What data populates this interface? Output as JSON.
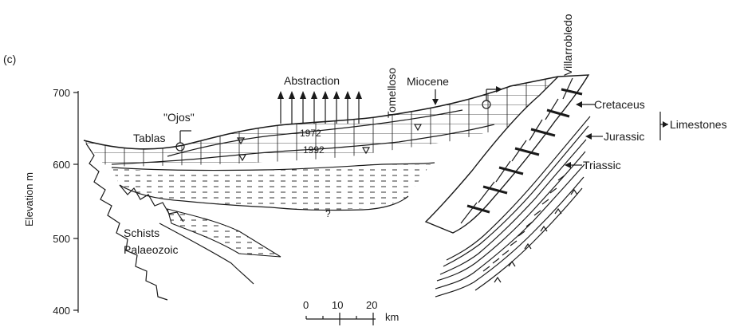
{
  "panel_label": "(c)",
  "y_axis": {
    "label": "Elevation m",
    "ticks": [
      "700",
      "600",
      "500",
      "400"
    ]
  },
  "labels": {
    "abstraction": "Abstraction",
    "tomelloso": "Tomelloso",
    "villarrobledo": "Villarrobledo",
    "miocene": "Miocene",
    "ojos": "\"Ojos\"",
    "tablas": "Tablas",
    "year_1972": "1972",
    "year_1992": "1992",
    "cretaceus": "Cretaceus",
    "jurassic": "Jurassic",
    "limestones": "Limestones",
    "triassic": "Triassic",
    "question": "?",
    "schists": "Schists",
    "palaeozoic": "Palaeozoic"
  },
  "scale_bar": {
    "ticks": [
      "0",
      "10",
      "20"
    ],
    "unit": "km"
  }
}
